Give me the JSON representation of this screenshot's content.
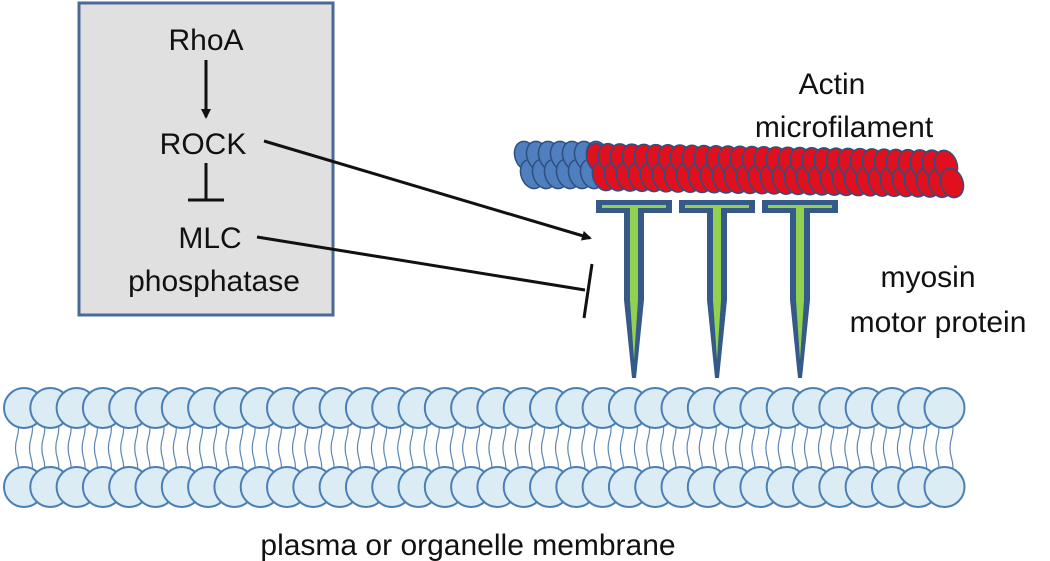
{
  "pathway_box": {
    "rhoa": "RhoA",
    "rock": "ROCK",
    "mlc_line1": "MLC",
    "mlc_line2": "phosphatase"
  },
  "labels": {
    "actin_line1": "Actin",
    "actin_line2": "microfilament",
    "myosin_line1": "myosin",
    "myosin_line2": "motor protein",
    "membrane": "plasma or organelle membrane"
  },
  "colors": {
    "box_fill": "#e0e0e0",
    "box_border": "#4a6a96",
    "actin_blue": "#4f7fbf",
    "actin_red": "#e0101e",
    "actin_outline": "#2f4f7f",
    "myosin_dark": "#355a8a",
    "myosin_green": "#92d050",
    "lipid_head_fill": "#dcecf5",
    "lipid_head_stroke": "#4a7fb5",
    "lipid_tail": "#5a85b5"
  }
}
